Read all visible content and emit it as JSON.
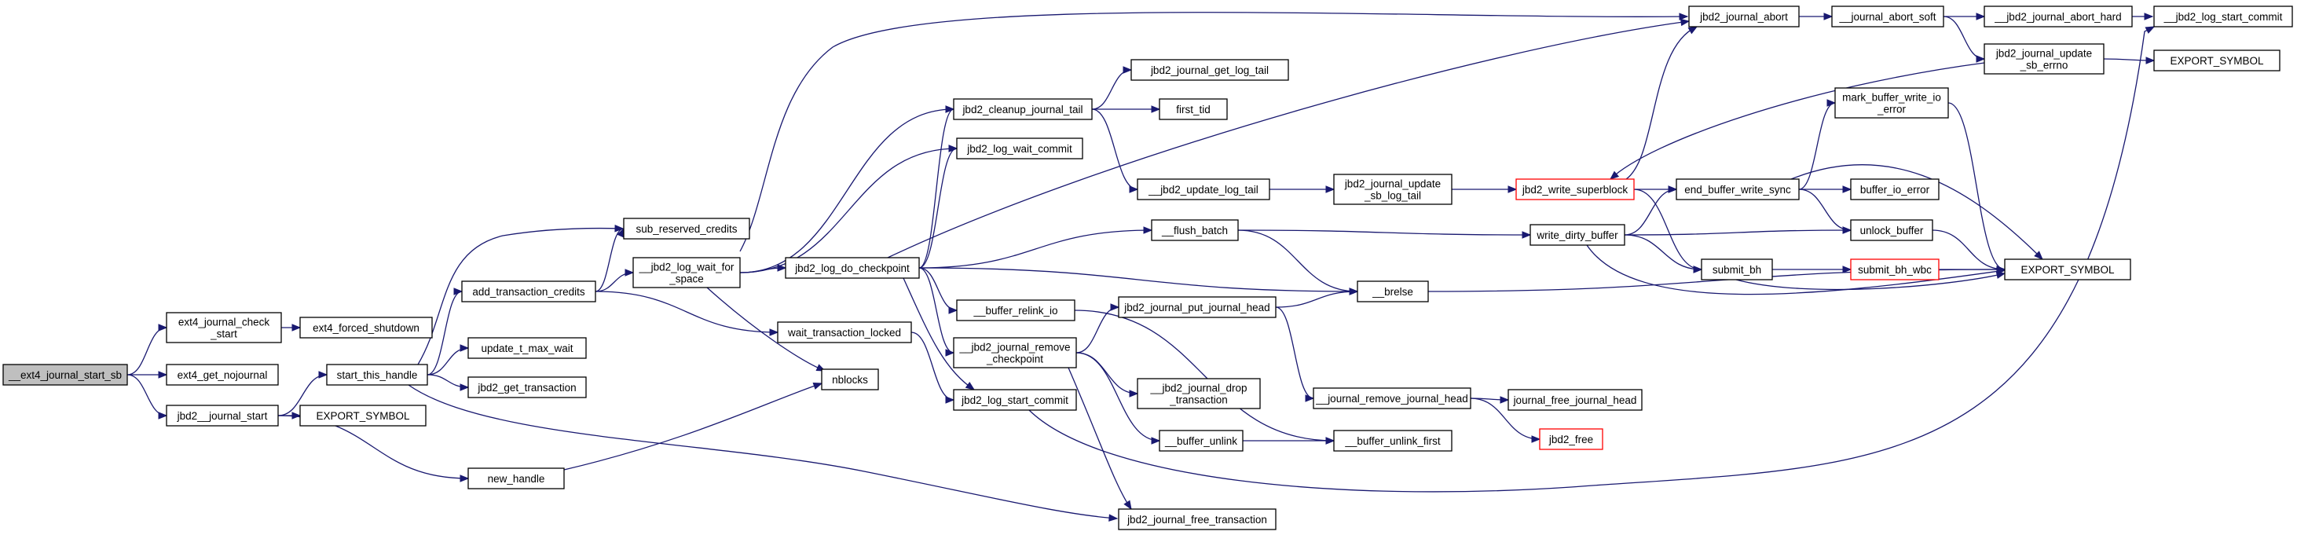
{
  "graph": {
    "nodes": [
      {
        "id": "n_root",
        "lines": [
          "__ext4_journal_start_sb"
        ],
        "style": "root"
      },
      {
        "id": "n_ext4_check",
        "lines": [
          "ext4_journal_check",
          "_start"
        ]
      },
      {
        "id": "n_ext4_forced",
        "lines": [
          "ext4_forced_shutdown"
        ]
      },
      {
        "id": "n_ext4_getnoj",
        "lines": [
          "ext4_get_nojournal"
        ]
      },
      {
        "id": "n_jbd2__start",
        "lines": [
          "jbd2__journal_start"
        ]
      },
      {
        "id": "n_export1",
        "lines": [
          "EXPORT_SYMBOL"
        ]
      },
      {
        "id": "n_start_handle",
        "lines": [
          "start_this_handle"
        ]
      },
      {
        "id": "n_new_handle",
        "lines": [
          "new_handle"
        ]
      },
      {
        "id": "n_sub_reserved",
        "lines": [
          "sub_reserved_credits"
        ]
      },
      {
        "id": "n_add_tx_credits",
        "lines": [
          "add_transaction_credits"
        ]
      },
      {
        "id": "n_update_t_max",
        "lines": [
          "update_t_max_wait"
        ]
      },
      {
        "id": "n_get_tx",
        "lines": [
          "jbd2_get_transaction"
        ]
      },
      {
        "id": "n_log_wait_space",
        "lines": [
          "__jbd2_log_wait_for",
          "_space"
        ]
      },
      {
        "id": "n_wait_tx_locked",
        "lines": [
          "wait_transaction_locked"
        ]
      },
      {
        "id": "n_nblocks",
        "lines": [
          "nblocks"
        ]
      },
      {
        "id": "n_do_checkpoint",
        "lines": [
          "jbd2_log_do_checkpoint"
        ]
      },
      {
        "id": "n_cleanup_tail",
        "lines": [
          "jbd2_cleanup_journal_tail"
        ]
      },
      {
        "id": "n_log_wait_commit",
        "lines": [
          "jbd2_log_wait_commit"
        ]
      },
      {
        "id": "n_get_log_tail",
        "lines": [
          "jbd2_journal_get_log_tail"
        ]
      },
      {
        "id": "n_first_tid",
        "lines": [
          "first_tid"
        ]
      },
      {
        "id": "n_update_log_tail",
        "lines": [
          "__jbd2_update_log_tail"
        ]
      },
      {
        "id": "n_flush_batch",
        "lines": [
          "__flush_batch"
        ]
      },
      {
        "id": "n_buf_relink",
        "lines": [
          "__buffer_relink_io"
        ]
      },
      {
        "id": "n_remove_cp",
        "lines": [
          "__jbd2_journal_remove",
          "_checkpoint"
        ]
      },
      {
        "id": "n_log_start_commit",
        "lines": [
          "jbd2_log_start_commit"
        ]
      },
      {
        "id": "n_free_tx",
        "lines": [
          "jbd2_journal_free_transaction"
        ]
      },
      {
        "id": "n_put_head",
        "lines": [
          "jbd2_journal_put_journal_head"
        ]
      },
      {
        "id": "n_drop_tx",
        "lines": [
          "__jbd2_journal_drop",
          "_transaction"
        ]
      },
      {
        "id": "n_buffer_unlink",
        "lines": [
          "__buffer_unlink"
        ]
      },
      {
        "id": "n_update_sb_tail",
        "lines": [
          "jbd2_journal_update",
          "_sb_log_tail"
        ]
      },
      {
        "id": "n_brelse",
        "lines": [
          "__brelse"
        ]
      },
      {
        "id": "n_remove_head",
        "lines": [
          "__journal_remove_journal_head"
        ]
      },
      {
        "id": "n_buffer_unlink_first",
        "lines": [
          "__buffer_unlink_first"
        ]
      },
      {
        "id": "n_journal_abort",
        "lines": [
          "jbd2_journal_abort"
        ]
      },
      {
        "id": "n_write_sb",
        "lines": [
          "jbd2_write_superblock"
        ],
        "style": "red"
      },
      {
        "id": "n_write_dirty",
        "lines": [
          "write_dirty_buffer"
        ]
      },
      {
        "id": "n_free_journal_head",
        "lines": [
          "journal_free_journal_head"
        ]
      },
      {
        "id": "n_jbd2_free",
        "lines": [
          "jbd2_free"
        ],
        "style": "red"
      },
      {
        "id": "n_abort_soft",
        "lines": [
          "__journal_abort_soft"
        ]
      },
      {
        "id": "n_end_buf_sync",
        "lines": [
          "end_buffer_write_sync"
        ]
      },
      {
        "id": "n_submit_bh",
        "lines": [
          "submit_bh"
        ]
      },
      {
        "id": "n_abort_hard",
        "lines": [
          "__jbd2_journal_abort_hard"
        ]
      },
      {
        "id": "n_update_sb_errno",
        "lines": [
          "jbd2_journal_update",
          "_sb_errno"
        ]
      },
      {
        "id": "n_mark_buf_io_err",
        "lines": [
          "mark_buffer_write_io",
          "_error"
        ]
      },
      {
        "id": "n_buffer_io_error",
        "lines": [
          "buffer_io_error"
        ]
      },
      {
        "id": "n_unlock_buffer",
        "lines": [
          "unlock_buffer"
        ]
      },
      {
        "id": "n_submit_bh_wbc",
        "lines": [
          "submit_bh_wbc"
        ],
        "style": "red"
      },
      {
        "id": "n_log_start_commit2",
        "lines": [
          "__jbd2_log_start_commit"
        ]
      },
      {
        "id": "n_export2",
        "lines": [
          "EXPORT_SYMBOL"
        ]
      },
      {
        "id": "n_export3",
        "lines": [
          "EXPORT_SYMBOL"
        ]
      }
    ],
    "edges": [
      [
        "n_root",
        "n_ext4_check"
      ],
      [
        "n_root",
        "n_ext4_getnoj"
      ],
      [
        "n_root",
        "n_jbd2__start"
      ],
      [
        "n_ext4_check",
        "n_ext4_forced"
      ],
      [
        "n_jbd2__start",
        "n_start_handle"
      ],
      [
        "n_jbd2__start",
        "n_export1"
      ],
      [
        "n_jbd2__start",
        "n_new_handle"
      ],
      [
        "n_new_handle",
        "n_nblocks"
      ],
      [
        "n_start_handle",
        "n_sub_reserved"
      ],
      [
        "n_start_handle",
        "n_add_tx_credits"
      ],
      [
        "n_start_handle",
        "n_update_t_max"
      ],
      [
        "n_start_handle",
        "n_get_tx"
      ],
      [
        "n_start_handle",
        "n_free_tx"
      ],
      [
        "n_add_tx_credits",
        "n_sub_reserved"
      ],
      [
        "n_add_tx_credits",
        "n_log_wait_space"
      ],
      [
        "n_add_tx_credits",
        "n_wait_tx_locked"
      ],
      [
        "n_log_wait_space",
        "n_journal_abort"
      ],
      [
        "n_log_wait_space",
        "n_cleanup_tail"
      ],
      [
        "n_log_wait_space",
        "n_log_wait_commit"
      ],
      [
        "n_log_wait_space",
        "n_do_checkpoint"
      ],
      [
        "n_log_wait_space",
        "n_nblocks"
      ],
      [
        "n_wait_tx_locked",
        "n_log_start_commit"
      ],
      [
        "n_do_checkpoint",
        "n_journal_abort"
      ],
      [
        "n_do_checkpoint",
        "n_cleanup_tail"
      ],
      [
        "n_do_checkpoint",
        "n_log_wait_commit"
      ],
      [
        "n_do_checkpoint",
        "n_flush_batch"
      ],
      [
        "n_do_checkpoint",
        "n_brelse"
      ],
      [
        "n_do_checkpoint",
        "n_buf_relink"
      ],
      [
        "n_do_checkpoint",
        "n_remove_cp"
      ],
      [
        "n_do_checkpoint",
        "n_log_start_commit"
      ],
      [
        "n_cleanup_tail",
        "n_get_log_tail"
      ],
      [
        "n_cleanup_tail",
        "n_first_tid"
      ],
      [
        "n_cleanup_tail",
        "n_update_log_tail"
      ],
      [
        "n_update_log_tail",
        "n_update_sb_tail"
      ],
      [
        "n_update_sb_tail",
        "n_write_sb"
      ],
      [
        "n_flush_batch",
        "n_write_dirty"
      ],
      [
        "n_flush_batch",
        "n_brelse"
      ],
      [
        "n_buf_relink",
        "n_buffer_unlink_first"
      ],
      [
        "n_remove_cp",
        "n_put_head"
      ],
      [
        "n_remove_cp",
        "n_drop_tx"
      ],
      [
        "n_remove_cp",
        "n_buffer_unlink"
      ],
      [
        "n_remove_cp",
        "n_free_tx"
      ],
      [
        "n_put_head",
        "n_brelse"
      ],
      [
        "n_put_head",
        "n_remove_head"
      ],
      [
        "n_buffer_unlink",
        "n_buffer_unlink_first"
      ],
      [
        "n_log_start_commit",
        "n_log_start_commit2"
      ],
      [
        "n_remove_head",
        "n_free_journal_head"
      ],
      [
        "n_remove_head",
        "n_jbd2_free"
      ],
      [
        "n_brelse",
        "n_export3"
      ],
      [
        "n_journal_abort",
        "n_abort_soft"
      ],
      [
        "n_abort_soft",
        "n_abort_hard"
      ],
      [
        "n_abort_soft",
        "n_update_sb_errno"
      ],
      [
        "n_abort_hard",
        "n_log_start_commit2"
      ],
      [
        "n_update_sb_errno",
        "n_export2"
      ],
      [
        "n_update_sb_errno",
        "n_write_sb"
      ],
      [
        "n_write_sb",
        "n_journal_abort"
      ],
      [
        "n_write_sb",
        "n_end_buf_sync"
      ],
      [
        "n_write_sb",
        "n_submit_bh"
      ],
      [
        "n_write_dirty",
        "n_end_buf_sync"
      ],
      [
        "n_write_dirty",
        "n_unlock_buffer"
      ],
      [
        "n_write_dirty",
        "n_submit_bh"
      ],
      [
        "n_write_dirty",
        "n_export3"
      ],
      [
        "n_end_buf_sync",
        "n_mark_buf_io_err"
      ],
      [
        "n_end_buf_sync",
        "n_buffer_io_error"
      ],
      [
        "n_end_buf_sync",
        "n_unlock_buffer"
      ],
      [
        "n_end_buf_sync",
        "n_export3"
      ],
      [
        "n_mark_buf_io_err",
        "n_export3"
      ],
      [
        "n_unlock_buffer",
        "n_export3"
      ],
      [
        "n_submit_bh",
        "n_submit_bh_wbc"
      ],
      [
        "n_submit_bh",
        "n_export3"
      ],
      [
        "n_submit_bh_wbc",
        "n_export3"
      ]
    ]
  }
}
